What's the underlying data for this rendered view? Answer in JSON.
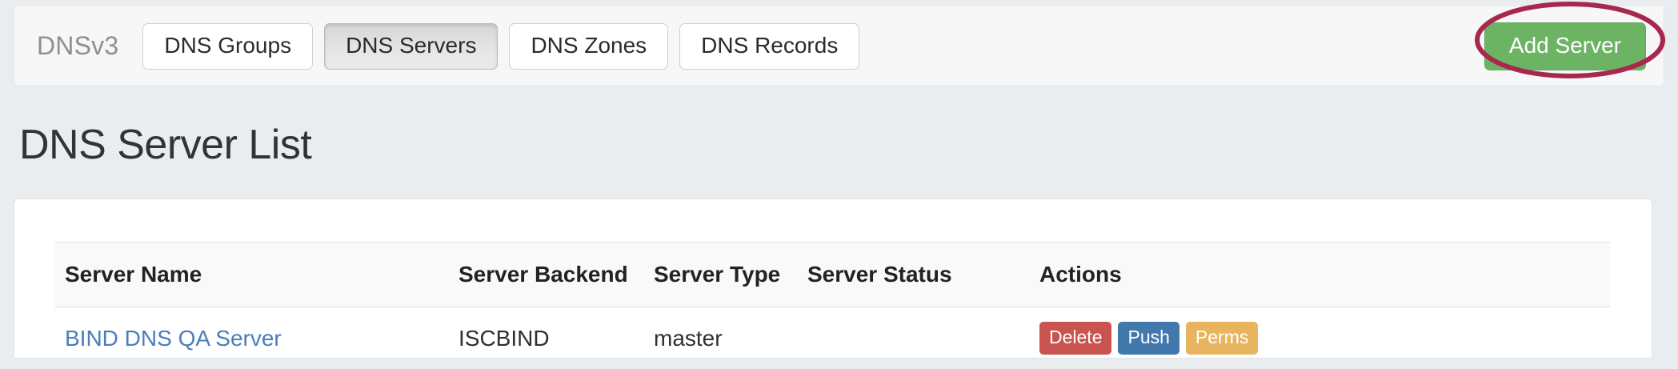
{
  "navbar": {
    "brand": "DNSv3",
    "tabs": [
      {
        "label": "DNS Groups",
        "active": false
      },
      {
        "label": "DNS Servers",
        "active": true
      },
      {
        "label": "DNS Zones",
        "active": false
      },
      {
        "label": "DNS Records",
        "active": false
      }
    ],
    "add_button_label": "Add Server"
  },
  "annotation": {
    "shape": "ellipse",
    "color": "#a8274f",
    "target": "Add Server"
  },
  "page": {
    "heading": "DNS Server List"
  },
  "table": {
    "headers": [
      "Server Name",
      "Server Backend",
      "Server Type",
      "Server Status",
      "Actions"
    ],
    "rows": [
      {
        "server_name": "BIND DNS QA Server",
        "server_backend": "ISCBIND",
        "server_type": "master",
        "server_status": "",
        "actions": [
          {
            "label": "Delete",
            "color": "#c9544f"
          },
          {
            "label": "Push",
            "color": "#4279ad"
          },
          {
            "label": "Perms",
            "color": "#e8b55e"
          }
        ]
      }
    ]
  },
  "colors": {
    "page_background": "#e9edf0",
    "navbar_background": "#f7f7f7",
    "card_background": "#ffffff",
    "accent_green": "#6cb364",
    "link_blue": "#4a7eb8",
    "annotation": "#a8274f"
  }
}
